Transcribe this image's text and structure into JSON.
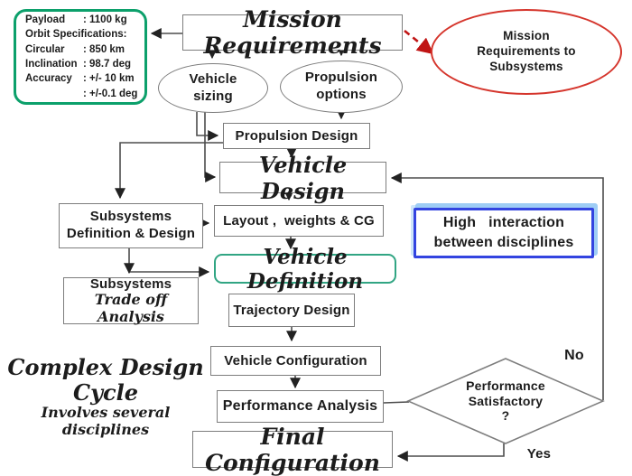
{
  "diagram": {
    "spec_box": {
      "rows": [
        {
          "label": "Payload",
          "value": ": 1100 kg"
        },
        {
          "label": "Orbit Specifications:",
          "value": ""
        },
        {
          "label": "Circular",
          "value": ": 850 km"
        },
        {
          "label": "Inclination",
          "value": ": 98.7 deg"
        },
        {
          "label": "Accuracy",
          "value": ": +/- 10 km"
        },
        {
          "label": "",
          "value": ": +/-0.1 deg"
        }
      ]
    },
    "nodes": {
      "mission_requirements": "Mission Requirements",
      "mission_req_to_subsystems": "Mission\nRequirements to\nSubsystems",
      "vehicle_sizing": "Vehicle\nsizing",
      "propulsion_options": "Propulsion\noptions",
      "propulsion_design": "Propulsion Design",
      "vehicle_design": "Vehicle Design",
      "subsystems_definition_design": "Subsystems\nDefinition & Design",
      "layout_weights_cg": "Layout ,  weights & CG",
      "high_interaction": "High   interaction\nbetween disciplines",
      "vehicle_definition": "Vehicle Definition",
      "subsystems_trade_title": "Subsystems",
      "subsystems_trade_subtitle": "Trade off Analysis",
      "trajectory_design": "Trajectory Design",
      "vehicle_configuration": "Vehicle Configuration",
      "performance_analysis": "Performance Analysis",
      "final_configuration": "Final Configuration",
      "decision": "Performance\nSatisfactory\n?",
      "decision_no": "No",
      "decision_yes": "Yes"
    },
    "captions": {
      "title": "Complex Design Cycle",
      "subtitle": "Involves several disciplines"
    },
    "colors": {
      "spec_border_green": "#0ca06b",
      "definition_border_green": "#31a583",
      "ellipse_red": "#d5352c",
      "dashed_red": "#c01414",
      "interaction_blue": "#3344e0",
      "interaction_blue_light": "#9ecdf5",
      "line_gray": "#4d4d4d"
    }
  }
}
